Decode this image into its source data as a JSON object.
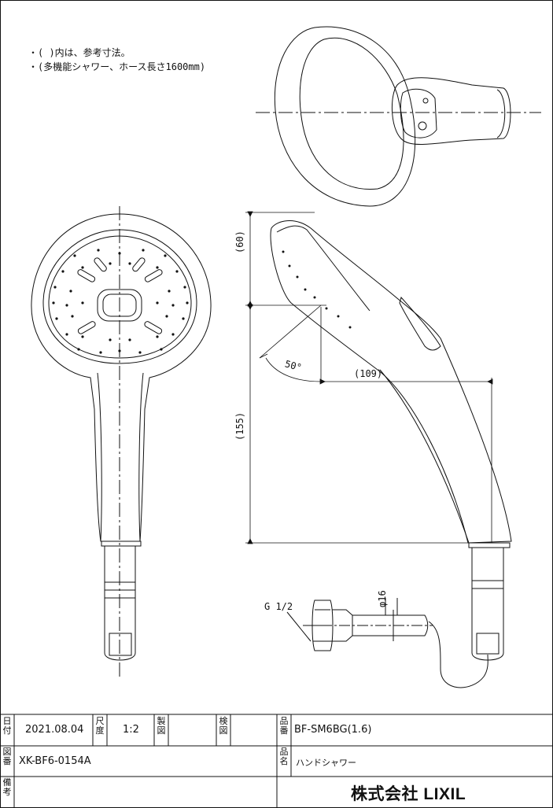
{
  "notes": [
    "・( )内は、参考寸法。",
    "・(多機能シャワー、ホース長さ1600mm)"
  ],
  "dimensions": {
    "top_offset": "(60)",
    "angle": "50°",
    "horizontal_offset": "(109)",
    "total_length": "(155)",
    "thread": "G 1/2",
    "diameter": "φ16"
  },
  "title_block": {
    "date_label": "日付",
    "date": "2021.08.04",
    "scale_label": "尺度",
    "scale": "1:2",
    "drawn_label": "製図",
    "checked_label": "検図",
    "part_no_label": "品番",
    "part_no": "BF-SM6BG(1.6)",
    "drawing_no_label": "図番",
    "drawing_no": "XK-BF6-0154A",
    "product_name_label": "品名",
    "product_name": "ハンドシャワー",
    "remarks_label": "備考",
    "company": "株式会社 LIXIL"
  }
}
